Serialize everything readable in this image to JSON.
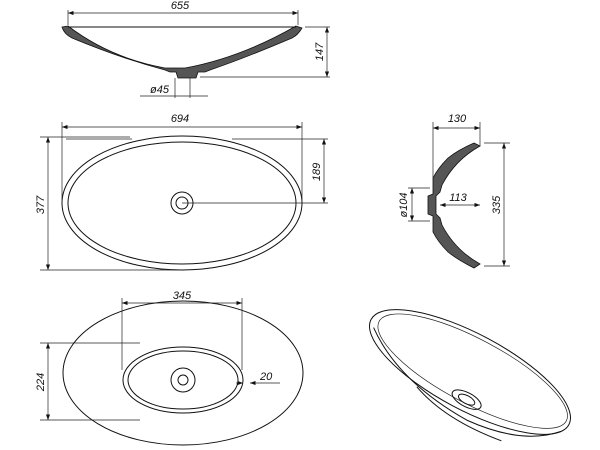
{
  "drawing": {
    "side_view": {
      "width_label": "655",
      "height_label": "147",
      "drain_label": "ø45"
    },
    "top_view": {
      "length_label": "694",
      "width_label": "377",
      "half_width_label": "189"
    },
    "section_view": {
      "depth_label": "130",
      "drain_label": "ø104",
      "inner_depth_label": "113",
      "height_label": "335"
    },
    "bottom_view": {
      "base_length_label": "345",
      "base_width_label": "224",
      "offset_label": "20"
    }
  }
}
